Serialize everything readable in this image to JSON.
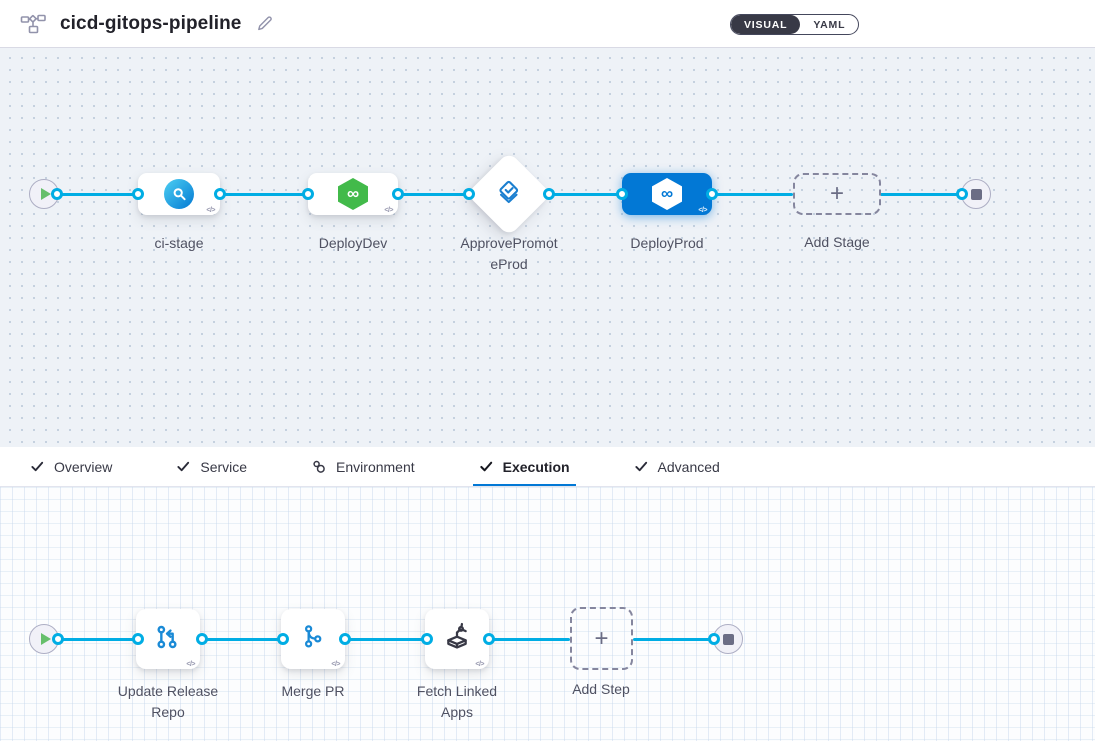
{
  "header": {
    "title": "cicd-gitops-pipeline",
    "visual_label": "VISUAL",
    "yaml_label": "YAML"
  },
  "stage_pipeline": {
    "stages": [
      {
        "label": "ci-stage",
        "type": "build"
      },
      {
        "label": "DeployDev",
        "type": "deploy"
      },
      {
        "label": "ApprovePromoteProd",
        "type": "approval"
      },
      {
        "label": "DeployProd",
        "type": "deploy",
        "selected": true
      }
    ],
    "add_label": "Add Stage"
  },
  "tabs": [
    {
      "label": "Overview",
      "icon": "check"
    },
    {
      "label": "Service",
      "icon": "check"
    },
    {
      "label": "Environment",
      "icon": "environment"
    },
    {
      "label": "Execution",
      "icon": "check",
      "active": true
    },
    {
      "label": "Advanced",
      "icon": "check"
    }
  ],
  "execution": {
    "steps": [
      {
        "label": "Update Release Repo"
      },
      {
        "label": "Merge PR"
      },
      {
        "label": "Fetch Linked Apps"
      }
    ],
    "add_label": "Add Step"
  },
  "icons": {
    "infinity": "∞",
    "plus": "+",
    "code": "</>"
  },
  "colors": {
    "flow_line": "#00ade4",
    "accent_blue": "#0278d5",
    "selected_stage": "#0278d5",
    "cd_green": "#42ba4a",
    "toggle_dark": "#383946",
    "canvas_top_bg": "#eef2f7",
    "canvas_bottom_bg": "#fcfdfe"
  }
}
